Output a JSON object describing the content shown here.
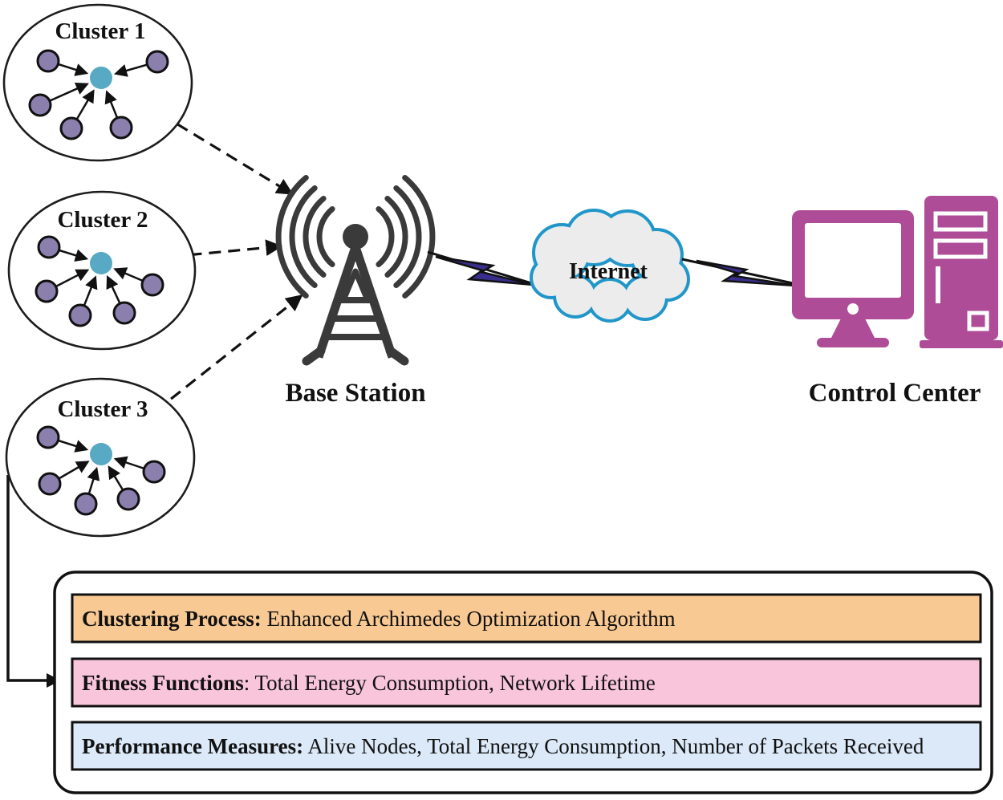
{
  "clusters": [
    {
      "label": "Cluster 1"
    },
    {
      "label": "Cluster 2"
    },
    {
      "label": "Cluster 3"
    }
  ],
  "nodes": {
    "member_color": "#8b7fae",
    "head_color": "#58aac4"
  },
  "base_station": {
    "label": "Base Station",
    "icon_color": "#3a3a3a"
  },
  "internet": {
    "label": "Internet",
    "cloud_fill": "#ececec",
    "cloud_border": "#2196c8"
  },
  "links": {
    "bolt_color": "#392e8b"
  },
  "control_center": {
    "label": "Control Center",
    "icon_color": "#ae4c98"
  },
  "info_panel": {
    "rows": [
      {
        "title": "Clustering Process:",
        "text": " Enhanced Archimedes Optimization Algorithm",
        "fill": "#f8c993"
      },
      {
        "title": "Fitness Functions",
        "text": ": Total Energy Consumption, Network Lifetime",
        "fill": "#f9c5db"
      },
      {
        "title": "Performance Measures:",
        "text": " Alive Nodes, Total Energy Consumption, Number of Packets Received",
        "fill": "#dbe9f8"
      }
    ]
  }
}
